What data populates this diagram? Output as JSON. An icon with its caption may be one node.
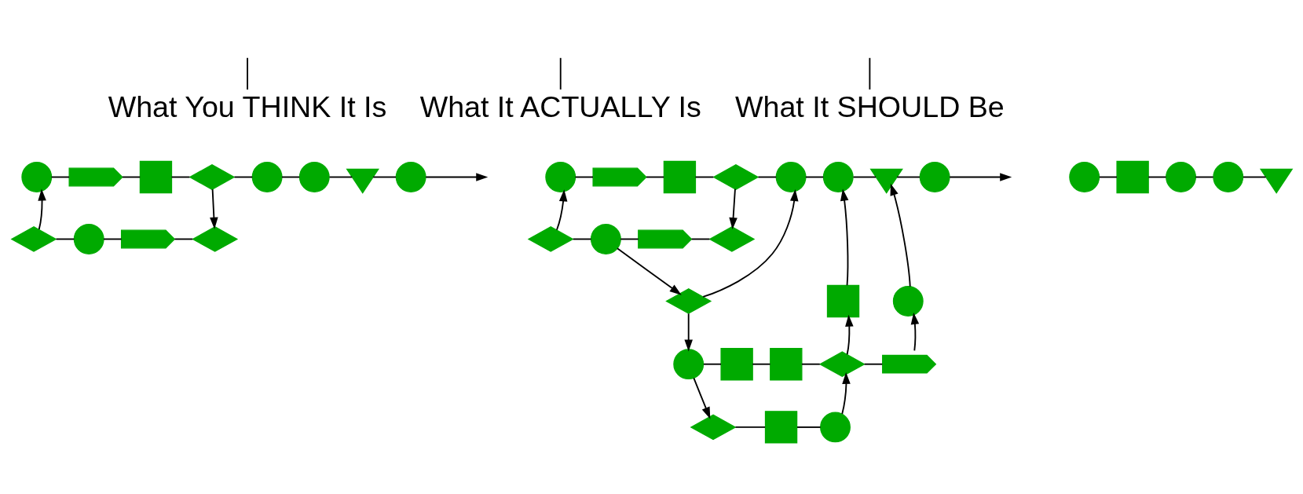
{
  "diagram": {
    "nodes": [
      {
        "text": [
          "What You THINK It Is"
        ]
      },
      {
        "text": [
          "What It ACTUALLY Is"
        ]
      },
      {
        "text": [
          "What It SHOULD Be"
        ]
      },
      {
        "text": [],
        "shape": "circle"
      },
      {
        "text": [],
        "shape": "display"
      },
      {
        "text": [],
        "shape": "box"
      },
      {
        "text": [],
        "shape": "diamond"
      },
      {
        "text": [],
        "shape": "circle"
      },
      {
        "text": [],
        "shape": "circle"
      },
      {
        "text": [],
        "shape": "triangle"
      },
      {
        "text": [],
        "shape": "circle"
      },
      {
        "text": [],
        "shape": "diamond"
      },
      {
        "text": [],
        "shape": "circle"
      },
      {
        "text": [],
        "shape": "display"
      },
      {
        "text": [],
        "shape": "diamond"
      },
      {
        "text": [],
        "shape": "circle"
      },
      {
        "text": [],
        "shape": "display"
      },
      {
        "text": [],
        "shape": "box"
      },
      {
        "text": [],
        "shape": "diamond"
      },
      {
        "text": [],
        "shape": "circle"
      },
      {
        "text": [],
        "shape": "circle"
      },
      {
        "text": [],
        "shape": "triangle"
      },
      {
        "text": [],
        "shape": "circle"
      },
      {
        "text": [],
        "shape": "diamond"
      },
      {
        "text": [],
        "shape": "circle"
      },
      {
        "text": [],
        "shape": "display"
      },
      {
        "text": [],
        "shape": "diamond"
      },
      {
        "text": [],
        "shape": "diamond"
      },
      {
        "text": [],
        "shape": "box"
      },
      {
        "text": [],
        "shape": "circle"
      },
      {
        "text": [],
        "shape": "circle"
      },
      {
        "text": [],
        "shape": "box"
      },
      {
        "text": [],
        "shape": "box"
      },
      {
        "text": [],
        "shape": "diamond"
      },
      {
        "text": [],
        "shape": "display"
      },
      {
        "text": [],
        "shape": "diamond"
      },
      {
        "text": [],
        "shape": "box"
      },
      {
        "text": [],
        "shape": "circle"
      },
      {
        "text": [],
        "shape": "circle"
      },
      {
        "text": [],
        "shape": "box"
      },
      {
        "text": [],
        "shape": "circle"
      },
      {
        "text": [],
        "shape": "circle"
      },
      {
        "text": [],
        "shape": "triangle"
      }
    ],
    "edges": [
      {
        "from": null,
        "to": 0,
        "arrow": "none"
      },
      {
        "from": null,
        "to": 1,
        "arrow": "none"
      },
      {
        "from": null,
        "to": 2,
        "arrow": "none"
      },
      {
        "from": 3,
        "to": 4,
        "arrow": "none"
      },
      {
        "from": 4,
        "to": 5,
        "arrow": "none"
      },
      {
        "from": 5,
        "to": 6,
        "arrow": "none"
      },
      {
        "from": 6,
        "to": 7,
        "arrow": "none"
      },
      {
        "from": 7,
        "to": 8,
        "arrow": "none"
      },
      {
        "from": 8,
        "to": 9,
        "arrow": "none"
      },
      {
        "from": 9,
        "to": 10,
        "arrow": "none"
      },
      {
        "from": 10,
        "to": null,
        "arrow": "to"
      },
      {
        "from": 6,
        "to": 14,
        "arrow": "to"
      },
      {
        "from": 11,
        "to": 3,
        "arrow": "to"
      },
      {
        "from": 11,
        "to": 12,
        "arrow": "none"
      },
      {
        "from": 12,
        "to": 13,
        "arrow": "none"
      },
      {
        "from": 13,
        "to": 14,
        "arrow": "none"
      },
      {
        "from": 15,
        "to": 16,
        "arrow": "none"
      },
      {
        "from": 16,
        "to": 17,
        "arrow": "none"
      },
      {
        "from": 17,
        "to": 18,
        "arrow": "none"
      },
      {
        "from": 18,
        "to": 19,
        "arrow": "none"
      },
      {
        "from": 19,
        "to": 20,
        "arrow": "none"
      },
      {
        "from": 20,
        "to": 21,
        "arrow": "none"
      },
      {
        "from": 21,
        "to": 22,
        "arrow": "none"
      },
      {
        "from": 22,
        "to": null,
        "arrow": "to"
      },
      {
        "from": 18,
        "to": 26,
        "arrow": "to"
      },
      {
        "from": 23,
        "to": 15,
        "arrow": "to"
      },
      {
        "from": 23,
        "to": 24,
        "arrow": "none"
      },
      {
        "from": 24,
        "to": 25,
        "arrow": "none"
      },
      {
        "from": 25,
        "to": 26,
        "arrow": "none"
      },
      {
        "from": 24,
        "to": 27,
        "arrow": "to"
      },
      {
        "from": 27,
        "to": 19,
        "arrow": "to"
      },
      {
        "from": 27,
        "to": 30,
        "arrow": "to"
      },
      {
        "from": 30,
        "to": 31,
        "arrow": "none"
      },
      {
        "from": 31,
        "to": 32,
        "arrow": "none"
      },
      {
        "from": 32,
        "to": 33,
        "arrow": "none"
      },
      {
        "from": 33,
        "to": 34,
        "arrow": "none"
      },
      {
        "from": 33,
        "to": 28,
        "arrow": "to"
      },
      {
        "from": 28,
        "to": 20,
        "arrow": "to"
      },
      {
        "from": 34,
        "to": 29,
        "arrow": "to"
      },
      {
        "from": 29,
        "to": 21,
        "arrow": "to"
      },
      {
        "from": 30,
        "to": 35,
        "arrow": "to"
      },
      {
        "from": 35,
        "to": 36,
        "arrow": "none"
      },
      {
        "from": 36,
        "to": 37,
        "arrow": "none"
      },
      {
        "from": 37,
        "to": 33,
        "arrow": "to"
      },
      {
        "from": 38,
        "to": 39,
        "arrow": "none"
      },
      {
        "from": 39,
        "to": 40,
        "arrow": "none"
      },
      {
        "from": 40,
        "to": 41,
        "arrow": "none"
      },
      {
        "from": 41,
        "to": 42,
        "arrow": "none"
      }
    ]
  }
}
